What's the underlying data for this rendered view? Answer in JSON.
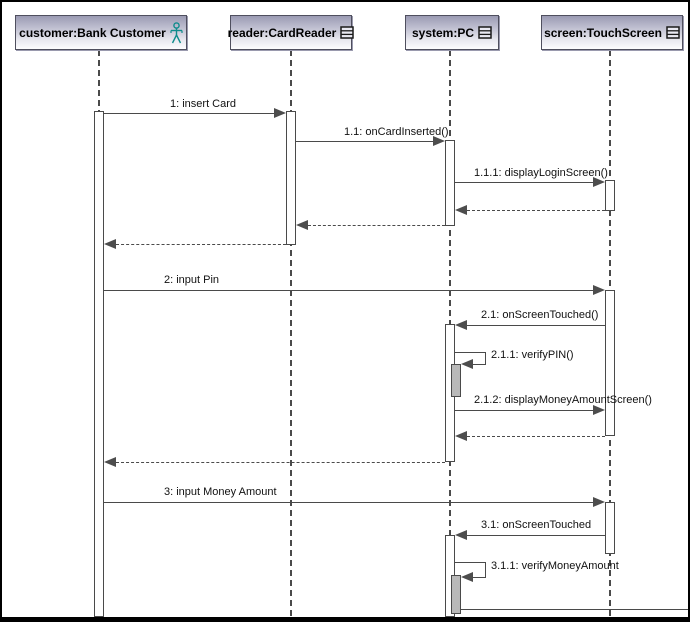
{
  "diagram": {
    "type": "uml-sequence",
    "lifelines": [
      {
        "id": "customer",
        "label": "customer:Bank Customer",
        "icon": "actor-icon"
      },
      {
        "id": "reader",
        "label": "reader:CardReader",
        "icon": "class-icon"
      },
      {
        "id": "system",
        "label": "system:PC",
        "icon": "class-icon"
      },
      {
        "id": "screen",
        "label": "screen:TouchScreen",
        "icon": "class-icon"
      }
    ],
    "messages": [
      {
        "label": "1: insert Card",
        "from": "customer",
        "to": "reader",
        "kind": "call"
      },
      {
        "label": "1.1: onCardInserted()",
        "from": "reader",
        "to": "system",
        "kind": "call"
      },
      {
        "label": "1.1.1: displayLoginScreen()",
        "from": "system",
        "to": "screen",
        "kind": "call"
      },
      {
        "label": "",
        "from": "screen",
        "to": "system",
        "kind": "return"
      },
      {
        "label": "",
        "from": "system",
        "to": "reader",
        "kind": "return"
      },
      {
        "label": "",
        "from": "reader",
        "to": "customer",
        "kind": "return"
      },
      {
        "label": "2: input Pin",
        "from": "customer",
        "to": "screen",
        "kind": "call"
      },
      {
        "label": "2.1: onScreenTouched()",
        "from": "screen",
        "to": "system",
        "kind": "call"
      },
      {
        "label": "2.1.1: verifyPIN()",
        "from": "system",
        "to": "system",
        "kind": "self"
      },
      {
        "label": "2.1.2: displayMoneyAmountScreen()",
        "from": "system",
        "to": "screen",
        "kind": "call"
      },
      {
        "label": "",
        "from": "screen",
        "to": "system",
        "kind": "return"
      },
      {
        "label": "",
        "from": "system",
        "to": "customer",
        "kind": "return"
      },
      {
        "label": "3: input Money Amount",
        "from": "customer",
        "to": "screen",
        "kind": "call"
      },
      {
        "label": "3.1: onScreenTouched",
        "from": "screen",
        "to": "system",
        "kind": "call"
      },
      {
        "label": "3.1.1: verifyMoneyAmount",
        "from": "system",
        "to": "system",
        "kind": "self"
      },
      {
        "label": "",
        "from": "system",
        "to": "edge",
        "kind": "call-cut-off"
      }
    ],
    "colors": {
      "line": "#4a4a4a",
      "arrow": "#4d4d4d",
      "actor": "#0f8c8c",
      "header_gradient_top": "#9b9bb3",
      "header_gradient_bottom": "#fdfdfe",
      "activation_fill": "#ffffff",
      "nested_activation_fill": "#b9b9b9",
      "frame_border": "#000000"
    }
  }
}
